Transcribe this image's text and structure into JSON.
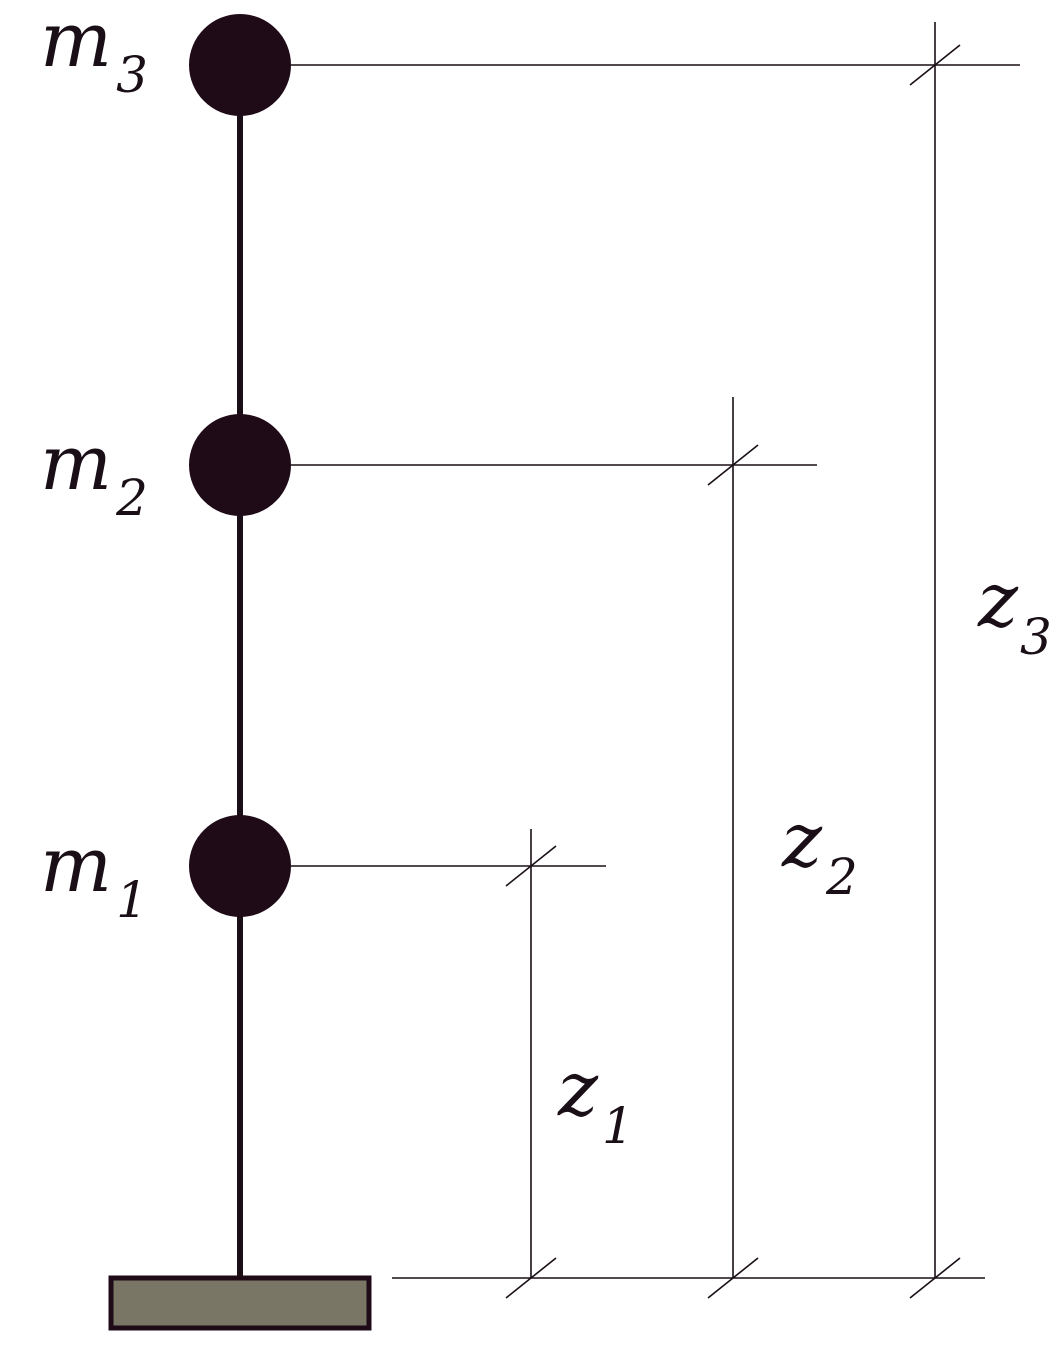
{
  "colors": {
    "ink": "#1f0a17",
    "base_fill": "#7a7666",
    "background": "#ffffff"
  },
  "masses": [
    {
      "symbol": "m",
      "subscript": "3"
    },
    {
      "symbol": "m",
      "subscript": "2"
    },
    {
      "symbol": "m",
      "subscript": "1"
    }
  ],
  "heights": [
    {
      "symbol": "z",
      "subscript": "1"
    },
    {
      "symbol": "z",
      "subscript": "2"
    },
    {
      "symbol": "z",
      "subscript": "3"
    }
  ]
}
